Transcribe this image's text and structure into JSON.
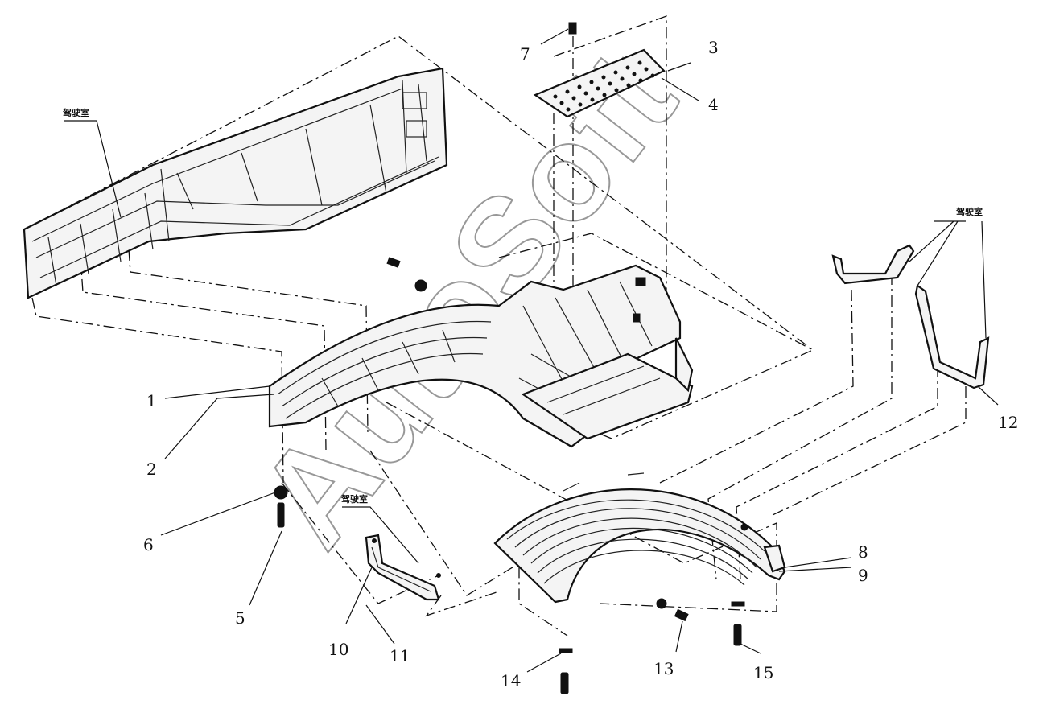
{
  "diagram": {
    "watermark": "AutoSoft",
    "cabin_labels": [
      "驾驶室",
      "驾驶室",
      "驾驶室"
    ],
    "part_numbers": [
      "1",
      "2",
      "3",
      "4",
      "5",
      "6",
      "7",
      "8",
      "9",
      "10",
      "11",
      "12",
      "13",
      "14",
      "15"
    ]
  }
}
